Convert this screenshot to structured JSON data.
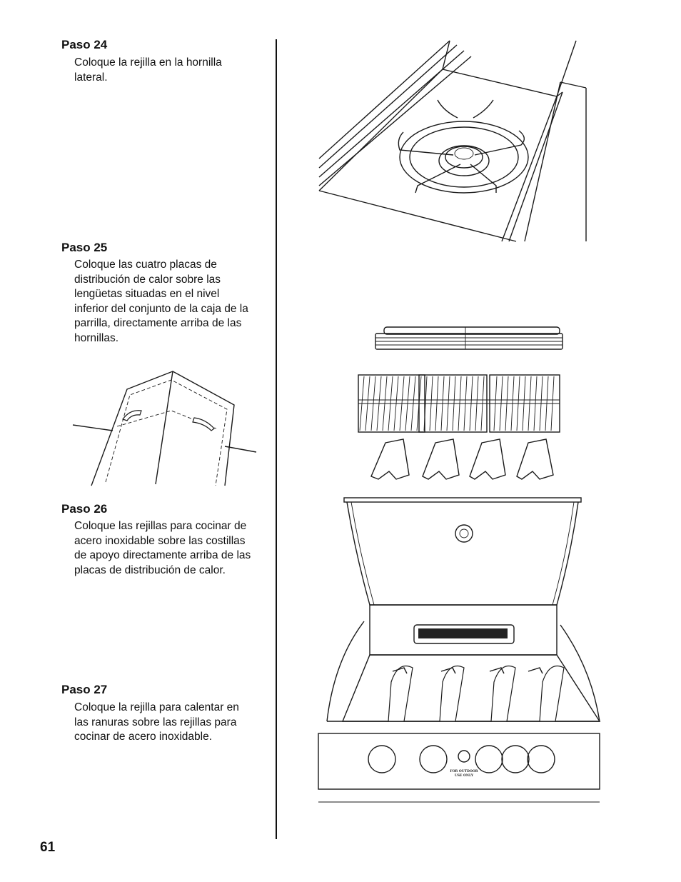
{
  "page": {
    "number": "61"
  },
  "steps": [
    {
      "title": "Paso 24",
      "lines": [
        "Coloque la rejilla en la hornilla",
        "lateral."
      ]
    },
    {
      "title": "Paso 25",
      "lines": [
        "Coloque las cuatro placas de",
        "distribución de calor sobre las",
        "lengüetas situadas en el nivel",
        "inferior del conjunto de la caja de la",
        "parrilla, directamente arriba de las",
        "hornillas."
      ]
    },
    {
      "title": "Paso 26",
      "lines": [
        "Coloque las rejillas para cocinar de",
        "acero inoxidable sobre las costillas",
        "de apoyo directamente arriba de las",
        "placas de distribución de calor."
      ]
    },
    {
      "title": "Paso 27",
      "lines": [
        "Coloque la rejilla para calentar en",
        "las ranuras sobre las rejillas para",
        "cocinar de acero inoxidable."
      ]
    }
  ],
  "control_panel": {
    "outdoor_label_1": "FOR OUTDOOR",
    "outdoor_label_2": "USE ONLY"
  },
  "icons": {
    "side_burner": "side-burner-grate-illustration",
    "heat_plate": "heat-plate-tabs-illustration",
    "grill": "grill-assembly-illustration"
  }
}
